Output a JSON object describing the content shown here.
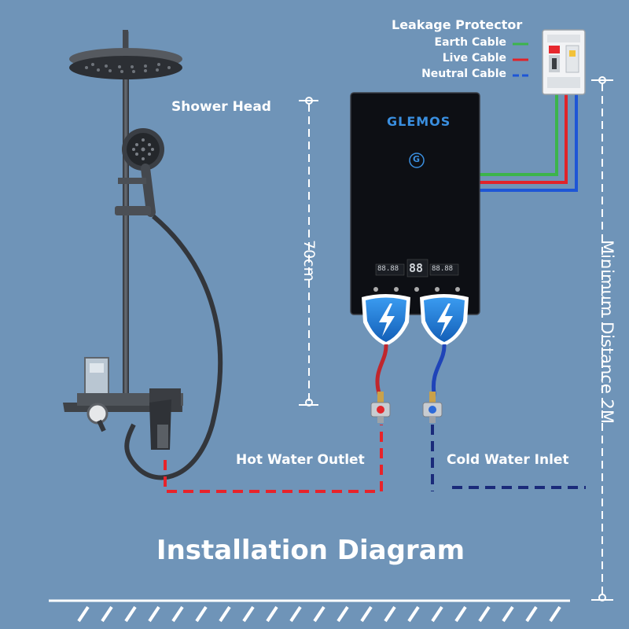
{
  "labels": {
    "shower_head": "Shower Head",
    "leakage_protector": "Leakage Protector",
    "earth_cable": "Earth Cable",
    "live_cable": "Live Cable",
    "neutral_cable": "Neutral Cable",
    "height": "70cm",
    "min_distance": "Minimum Distance 2M",
    "hot_outlet": "Hot Water Outlet",
    "cold_inlet": "Cold Water Inlet",
    "title": "Installation Diagram"
  },
  "heater": {
    "brand": "GLEMOS",
    "logo_letter": "G",
    "display_left": "88.88",
    "display_center": "88",
    "display_right": "88.88"
  },
  "colors": {
    "background": "#6f94b8",
    "earth": "#3cb44b",
    "live": "#e0232a",
    "neutral": "#1e56d6",
    "hot_dash": "#e8232a",
    "cold_dash": "#1a2a7a",
    "heater_body": "#0d0f14",
    "brand_text": "#3a8fe0",
    "shield": "#1f7fd8"
  },
  "icons": {
    "shield_left": "lightning-shield-icon",
    "shield_right": "lightning-shield-icon"
  }
}
